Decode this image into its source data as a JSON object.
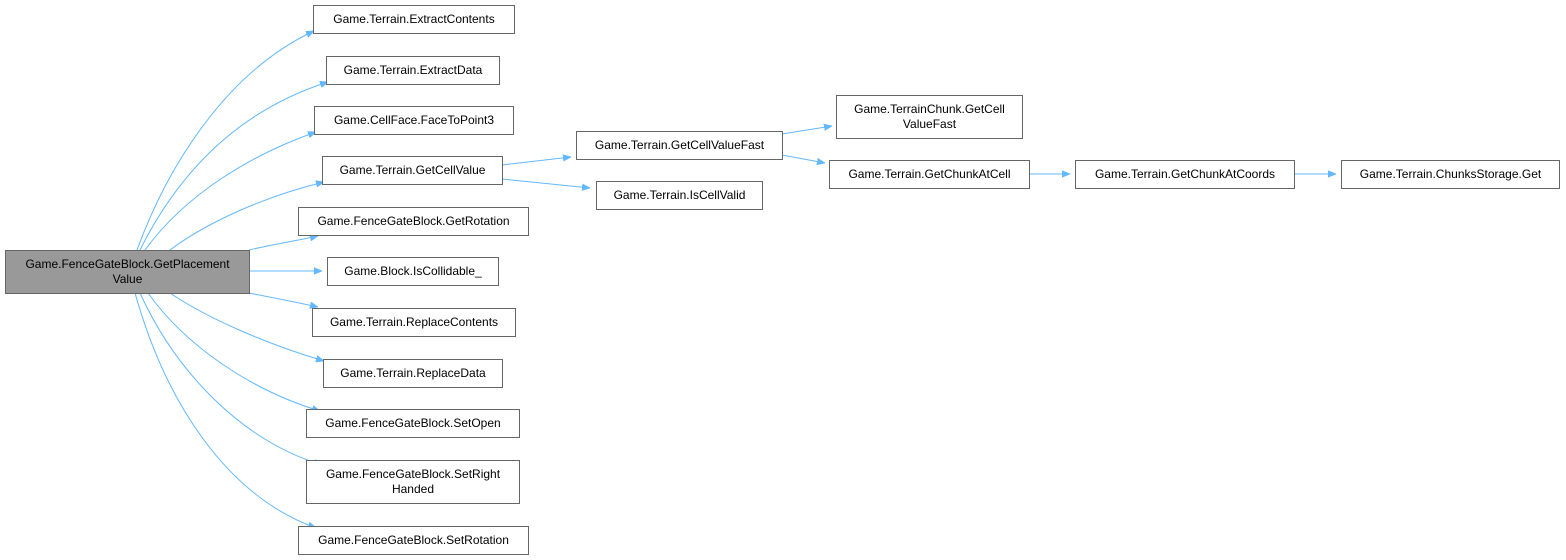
{
  "diagram": {
    "edge_color": "#63b8ff",
    "root_fill": "#999999",
    "node_fill": "#ffffff",
    "node_stroke": "#666666",
    "nodes": [
      {
        "id": "root",
        "lines": [
          "Game.FenceGateBlock.GetPlacement",
          "Value"
        ],
        "root": true
      },
      {
        "id": "n1",
        "lines": [
          "Game.Terrain.ExtractContents"
        ]
      },
      {
        "id": "n2",
        "lines": [
          "Game.Terrain.ExtractData"
        ]
      },
      {
        "id": "n3",
        "lines": [
          "Game.CellFace.FaceToPoint3"
        ]
      },
      {
        "id": "n4",
        "lines": [
          "Game.Terrain.GetCellValue"
        ]
      },
      {
        "id": "n5",
        "lines": [
          "Game.FenceGateBlock.GetRotation"
        ]
      },
      {
        "id": "n6",
        "lines": [
          "Game.Block.IsCollidable_"
        ]
      },
      {
        "id": "n7",
        "lines": [
          "Game.Terrain.ReplaceContents"
        ]
      },
      {
        "id": "n8",
        "lines": [
          "Game.Terrain.ReplaceData"
        ]
      },
      {
        "id": "n9",
        "lines": [
          "Game.FenceGateBlock.SetOpen"
        ]
      },
      {
        "id": "n10",
        "lines": [
          "Game.FenceGateBlock.SetRight",
          "Handed"
        ]
      },
      {
        "id": "n11",
        "lines": [
          "Game.FenceGateBlock.SetRotation"
        ]
      },
      {
        "id": "n12",
        "lines": [
          "Game.Terrain.GetCellValueFast"
        ]
      },
      {
        "id": "n13",
        "lines": [
          "Game.Terrain.IsCellValid"
        ]
      },
      {
        "id": "n14",
        "lines": [
          "Game.TerrainChunk.GetCell",
          "ValueFast"
        ]
      },
      {
        "id": "n15",
        "lines": [
          "Game.Terrain.GetChunkAtCell"
        ]
      },
      {
        "id": "n16",
        "lines": [
          "Game.Terrain.GetChunkAtCoords"
        ]
      },
      {
        "id": "n17",
        "lines": [
          "Game.Terrain.ChunksStorage.Get"
        ]
      }
    ],
    "edges": [
      {
        "from": "root",
        "to": "n1"
      },
      {
        "from": "root",
        "to": "n2"
      },
      {
        "from": "root",
        "to": "n3"
      },
      {
        "from": "root",
        "to": "n4"
      },
      {
        "from": "root",
        "to": "n5"
      },
      {
        "from": "root",
        "to": "n6"
      },
      {
        "from": "root",
        "to": "n7"
      },
      {
        "from": "root",
        "to": "n8"
      },
      {
        "from": "root",
        "to": "n9"
      },
      {
        "from": "root",
        "to": "n10"
      },
      {
        "from": "root",
        "to": "n11"
      },
      {
        "from": "n4",
        "to": "n12"
      },
      {
        "from": "n4",
        "to": "n13"
      },
      {
        "from": "n12",
        "to": "n14"
      },
      {
        "from": "n12",
        "to": "n15"
      },
      {
        "from": "n15",
        "to": "n16"
      },
      {
        "from": "n16",
        "to": "n17"
      }
    ]
  }
}
